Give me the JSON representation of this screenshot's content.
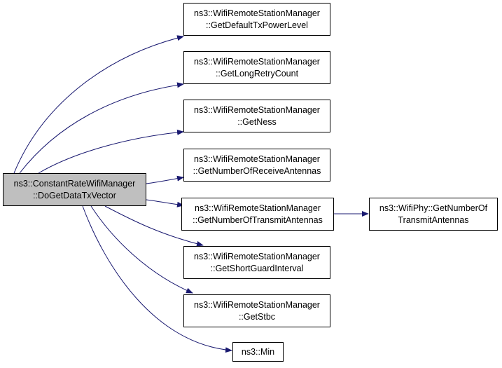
{
  "graph": {
    "root": {
      "line1": "ns3::ConstantRateWifiManager",
      "line2": "::DoGetDataTxVector"
    },
    "callees": [
      {
        "line1": "ns3::WifiRemoteStationManager",
        "line2": "::GetDefaultTxPowerLevel"
      },
      {
        "line1": "ns3::WifiRemoteStationManager",
        "line2": "::GetLongRetryCount"
      },
      {
        "line1": "ns3::WifiRemoteStationManager",
        "line2": "::GetNess"
      },
      {
        "line1": "ns3::WifiRemoteStationManager",
        "line2": "::GetNumberOfReceiveAntennas"
      },
      {
        "line1": "ns3::WifiRemoteStationManager",
        "line2": "::GetNumberOfTransmitAntennas"
      },
      {
        "line1": "ns3::WifiRemoteStationManager",
        "line2": "::GetShortGuardInterval"
      },
      {
        "line1": "ns3::WifiRemoteStationManager",
        "line2": "::GetStbc"
      },
      {
        "line1": "ns3::Min",
        "line2": ""
      }
    ],
    "secondary": {
      "line1": "ns3::WifiPhy::GetNumberOf",
      "line2": "TransmitAntennas"
    },
    "edge_color": "#191970"
  }
}
